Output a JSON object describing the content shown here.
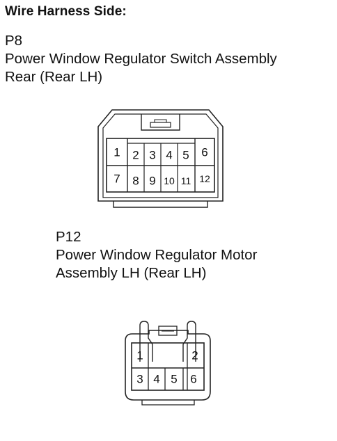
{
  "heading": "Wire Harness Side:",
  "connectors": [
    {
      "id": "P8",
      "name_line1": "Power Window Regulator Switch Assembly",
      "name_line2": "Rear (Rear LH)",
      "pins": [
        "1",
        "2",
        "3",
        "4",
        "5",
        "6",
        "7",
        "8",
        "9",
        "10",
        "11",
        "12"
      ]
    },
    {
      "id": "P12",
      "name_line1": "Power Window Regulator Motor",
      "name_line2": "Assembly LH (Rear LH)",
      "pins": [
        "1",
        "2",
        "3",
        "4",
        "5",
        "6"
      ]
    }
  ]
}
